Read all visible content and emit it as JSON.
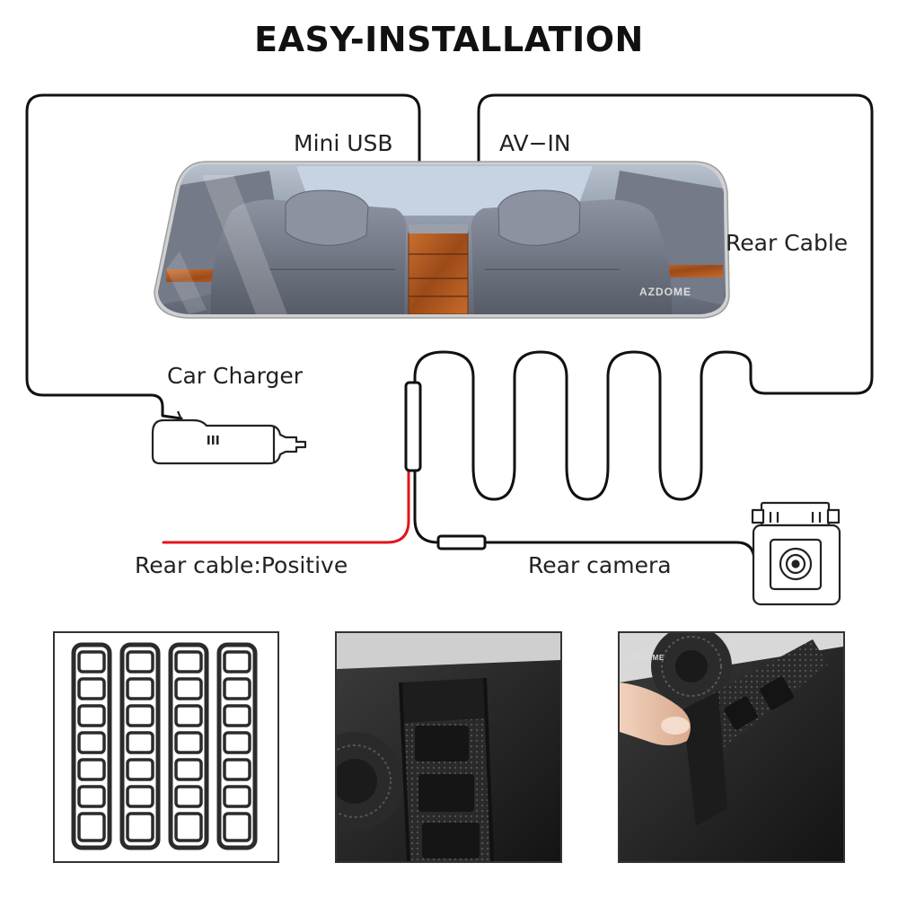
{
  "title": "EASY-INSTALLATION",
  "labels": {
    "mini_usb": "Mini USB",
    "av_in": "AV−IN",
    "rear_cable": "Rear Cable",
    "car_charger": "Car Charger",
    "rear_cable_positive": "Rear cable:Positive",
    "rear_camera": "Rear camera"
  },
  "brand": "AZDOME",
  "colors": {
    "wire": "#111111",
    "positive_wire": "#e0161c",
    "mirror_frame": "#c9c9c9",
    "seat": "#6a6f7d",
    "wood": "#a5541f",
    "strap": "#2b2b2b"
  },
  "icons": {
    "car_charger": "car-charger-icon",
    "rear_camera": "rear-camera-icon"
  }
}
